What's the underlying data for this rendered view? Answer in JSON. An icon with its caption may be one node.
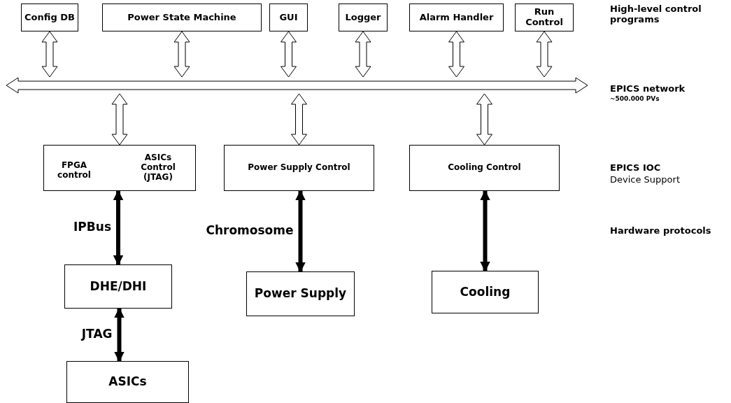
{
  "diagram": {
    "nodes": [
      {
        "text": [
          "Config DB"
        ]
      },
      {
        "text": [
          "Power State Machine"
        ]
      },
      {
        "text": [
          "GUI"
        ]
      },
      {
        "text": [
          "Logger"
        ]
      },
      {
        "text": [
          "Alarm Handler"
        ]
      },
      {
        "text": [
          "Run Control"
        ]
      },
      {
        "text": [],
        "shape": "bar"
      },
      {
        "text": [
          "FPGA control",
          "ASICs Control (JTAG)"
        ]
      },
      {
        "text": [
          "Power Supply Control"
        ]
      },
      {
        "text": [
          "Cooling Control"
        ]
      },
      {
        "text": [
          "DHE/DHI"
        ]
      },
      {
        "text": [
          "Power Supply"
        ]
      },
      {
        "text": [
          "Cooling"
        ]
      },
      {
        "text": [
          "ASICs"
        ]
      }
    ],
    "edges": [
      {
        "from": 0,
        "to": 6,
        "arrow": "both"
      },
      {
        "from": 1,
        "to": 6,
        "arrow": "both"
      },
      {
        "from": 2,
        "to": 6,
        "arrow": "both"
      },
      {
        "from": 3,
        "to": 6,
        "arrow": "both"
      },
      {
        "from": 4,
        "to": 6,
        "arrow": "both"
      },
      {
        "from": 5,
        "to": 6,
        "arrow": "both"
      },
      {
        "from": 6,
        "to": 7,
        "arrow": "both"
      },
      {
        "from": 6,
        "to": 8,
        "arrow": "both"
      },
      {
        "from": 6,
        "to": 9,
        "arrow": "both"
      },
      {
        "from": 7,
        "to": 10,
        "arrow": "both",
        "label": "IPBus"
      },
      {
        "from": 8,
        "to": 11,
        "arrow": "both",
        "label": "Chromosome"
      },
      {
        "from": 9,
        "to": 12,
        "arrow": "both"
      },
      {
        "from": 10,
        "to": 13,
        "arrow": "both",
        "label": "JTAG"
      }
    ],
    "labels": [
      "High-level control programs",
      "EPICS network",
      "~500.000 PVs",
      "EPICS IOC",
      "Device Support",
      "Hardware protocols"
    ]
  }
}
